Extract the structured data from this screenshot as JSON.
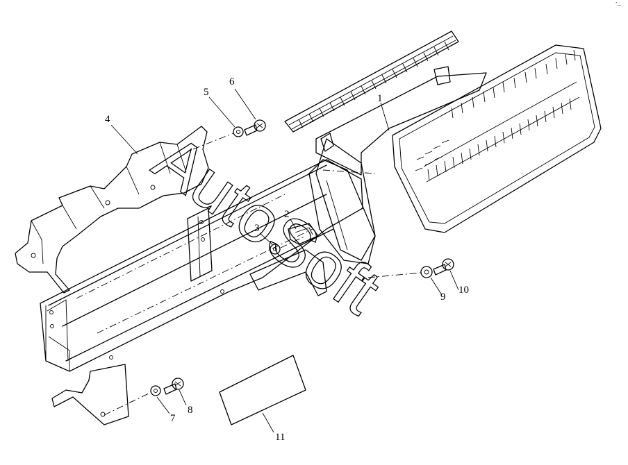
{
  "diagram": {
    "callouts": [
      {
        "id": "1",
        "text": "1"
      },
      {
        "id": "2",
        "text": "2"
      },
      {
        "id": "3",
        "text": "3"
      },
      {
        "id": "4",
        "text": "4"
      },
      {
        "id": "5",
        "text": "5"
      },
      {
        "id": "6",
        "text": "6"
      },
      {
        "id": "7",
        "text": "7"
      },
      {
        "id": "8",
        "text": "8"
      },
      {
        "id": "9",
        "text": "9"
      },
      {
        "id": "10",
        "text": "10"
      },
      {
        "id": "11",
        "text": "11"
      }
    ],
    "watermark": "AutoSoft",
    "corner_mark": "´–"
  }
}
